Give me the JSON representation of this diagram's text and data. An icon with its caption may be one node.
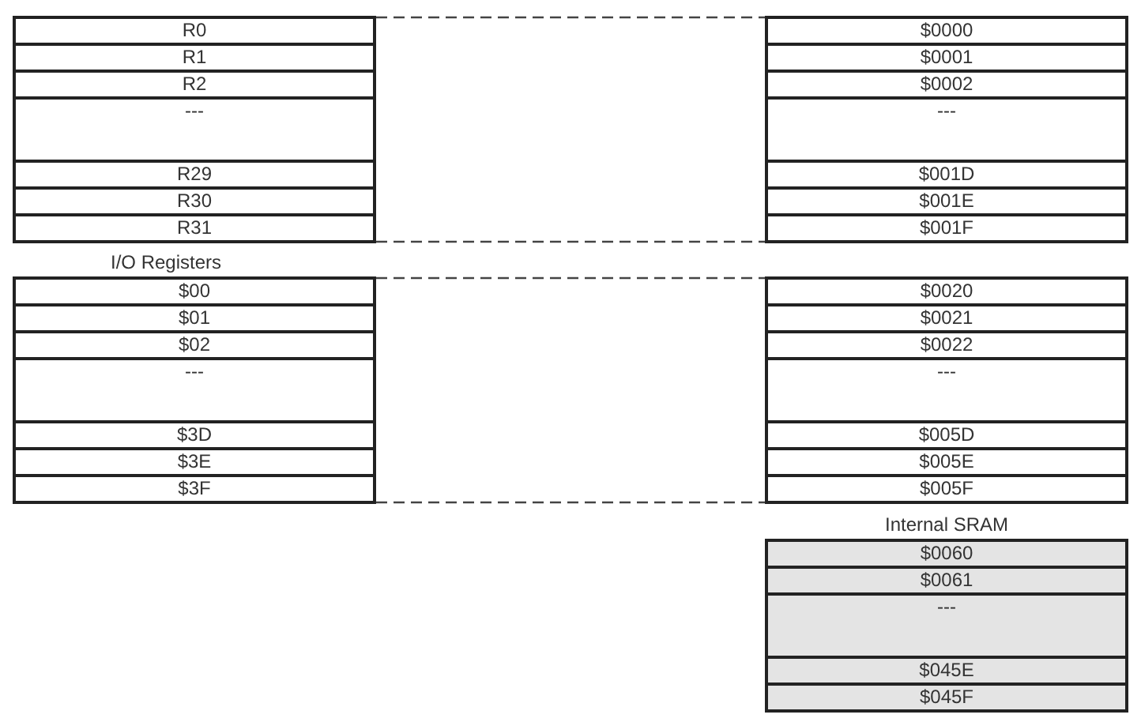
{
  "diagram": {
    "nodes": [
      {
        "text": [],
        "shape": "box"
      },
      {
        "text": [
          "R0"
        ],
        "in": 0
      },
      {
        "text": [
          "R1"
        ],
        "in": 0
      },
      {
        "text": [
          "R2"
        ],
        "in": 0
      },
      {
        "text": [
          "---"
        ],
        "in": 0
      },
      {
        "text": [
          "R29"
        ],
        "in": 0
      },
      {
        "text": [
          "R30"
        ],
        "in": 0
      },
      {
        "text": [
          "R31"
        ],
        "in": 0
      },
      {
        "text": [],
        "shape": "box"
      },
      {
        "text": [
          "$0000"
        ],
        "in": 8
      },
      {
        "text": [
          "$0001"
        ],
        "in": 8
      },
      {
        "text": [
          "$0002"
        ],
        "in": 8
      },
      {
        "text": [
          "---"
        ],
        "in": 8
      },
      {
        "text": [
          "$001D"
        ],
        "in": 8
      },
      {
        "text": [
          "$001E"
        ],
        "in": 8
      },
      {
        "text": [
          "$001F"
        ],
        "in": 8
      },
      {
        "text": [
          "I/O Registers"
        ]
      },
      {
        "text": [
          "$00"
        ],
        "in": 16
      },
      {
        "text": [
          "$01"
        ],
        "in": 16
      },
      {
        "text": [
          "$02"
        ],
        "in": 16
      },
      {
        "text": [
          "---"
        ],
        "in": 16
      },
      {
        "text": [
          "$3D"
        ],
        "in": 16
      },
      {
        "text": [
          "$3E"
        ],
        "in": 16
      },
      {
        "text": [
          "$3F"
        ],
        "in": 16
      },
      {
        "text": [],
        "shape": "box"
      },
      {
        "text": [
          "$0020"
        ],
        "in": 24
      },
      {
        "text": [
          "$0021"
        ],
        "in": 24
      },
      {
        "text": [
          "$0022"
        ],
        "in": 24
      },
      {
        "text": [
          "---"
        ],
        "in": 24
      },
      {
        "text": [
          "$005D"
        ],
        "in": 24
      },
      {
        "text": [
          "$005E"
        ],
        "in": 24
      },
      {
        "text": [
          "$005F"
        ],
        "in": 24
      },
      {
        "text": [
          "Internal SRAM"
        ]
      },
      {
        "text": [
          "$0060"
        ],
        "in": 32
      },
      {
        "text": [
          "$0061"
        ],
        "in": 32
      },
      {
        "text": [
          "---"
        ],
        "in": 32
      },
      {
        "text": [
          "$045E"
        ],
        "in": 32
      },
      {
        "text": [
          "$045F"
        ],
        "in": 32
      }
    ],
    "edges": [
      {
        "from": 0,
        "to": 8,
        "arrow": "none",
        "style": "dashed"
      },
      {
        "from": 0,
        "to": 8,
        "arrow": "none",
        "style": "dashed"
      },
      {
        "from": 16,
        "to": 24,
        "arrow": "none",
        "style": "dashed"
      },
      {
        "from": 16,
        "to": 24,
        "arrow": "none",
        "style": "dashed"
      }
    ]
  }
}
